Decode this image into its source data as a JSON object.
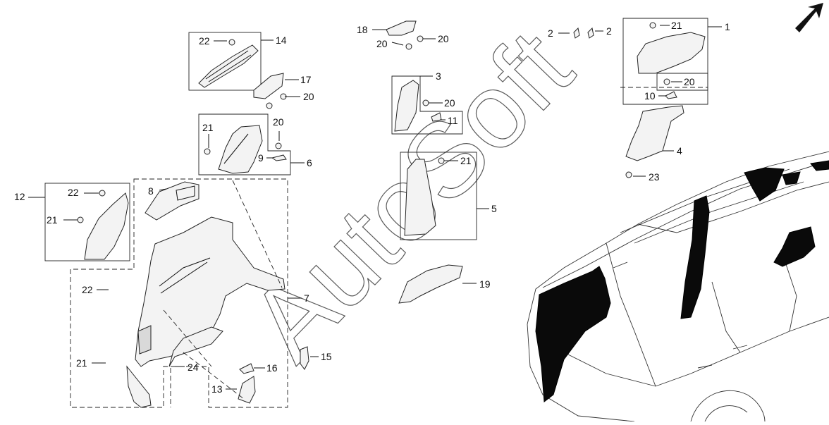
{
  "watermark": "AutoSoft",
  "parts": {
    "p1": "1",
    "p2a": "2",
    "p2b": "2",
    "p3": "3",
    "p4": "4",
    "p5": "5",
    "p6": "6",
    "p7": "7",
    "p8": "8",
    "p9": "9",
    "p10": "10",
    "p11": "11",
    "p12": "12",
    "p13": "13",
    "p14": "14",
    "p15": "15",
    "p16": "16",
    "p17": "17",
    "p18": "18",
    "p19": "19",
    "p20a": "20",
    "p20b": "20",
    "p20c": "20",
    "p20d": "20",
    "p20e": "20",
    "p20f": "20",
    "p21a": "21",
    "p21b": "21",
    "p21c": "21",
    "p21d": "21",
    "p21e": "21",
    "p22a": "22",
    "p22b": "22",
    "p22c": "22",
    "p23": "23",
    "p24": "24"
  }
}
